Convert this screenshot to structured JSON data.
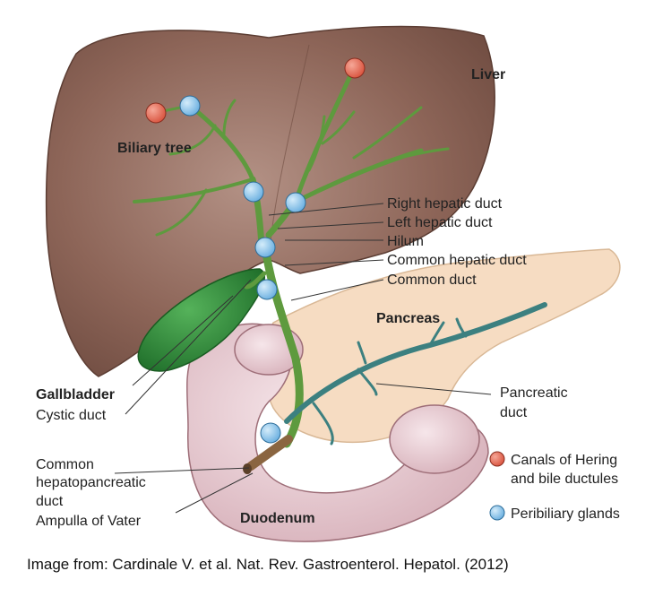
{
  "labels": {
    "liver": "Liver",
    "biliary_tree": "Biliary tree",
    "right_hepatic_duct": "Right hepatic duct",
    "left_hepatic_duct": "Left hepatic duct",
    "hilum": "Hilum",
    "common_hepatic_duct": "Common hepatic duct",
    "common_duct": "Common duct",
    "pancreas": "Pancreas",
    "gallbladder": "Gallbladder",
    "cystic_duct": "Cystic duct",
    "pancreatic_duct_1": "Pancreatic",
    "pancreatic_duct_2": "duct",
    "chp_duct_1": "Common",
    "chp_duct_2": "hepatopancreatic",
    "chp_duct_3": "duct",
    "ampulla": "Ampulla of Vater",
    "duodenum": "Duodenum"
  },
  "legend": {
    "hering_1": "Canals of Hering",
    "hering_2": "and bile ductules",
    "peribiliary": "Peribiliary glands"
  },
  "caption": "Image from: Cardinale V. et al. Nat. Rev. Gastroenterol. Hepatol. (2012)",
  "colors": {
    "liver": "#8d6558",
    "gallbladder": "#2e8a36",
    "duct": "#5e9a3e",
    "pancreatic_duct": "#3c8080",
    "pancreas": "#f6dcc2",
    "duodenum": "#e8cbd2",
    "canals_of_hering": "#e8725e",
    "peribiliary_glands": "#8ec8ec"
  }
}
